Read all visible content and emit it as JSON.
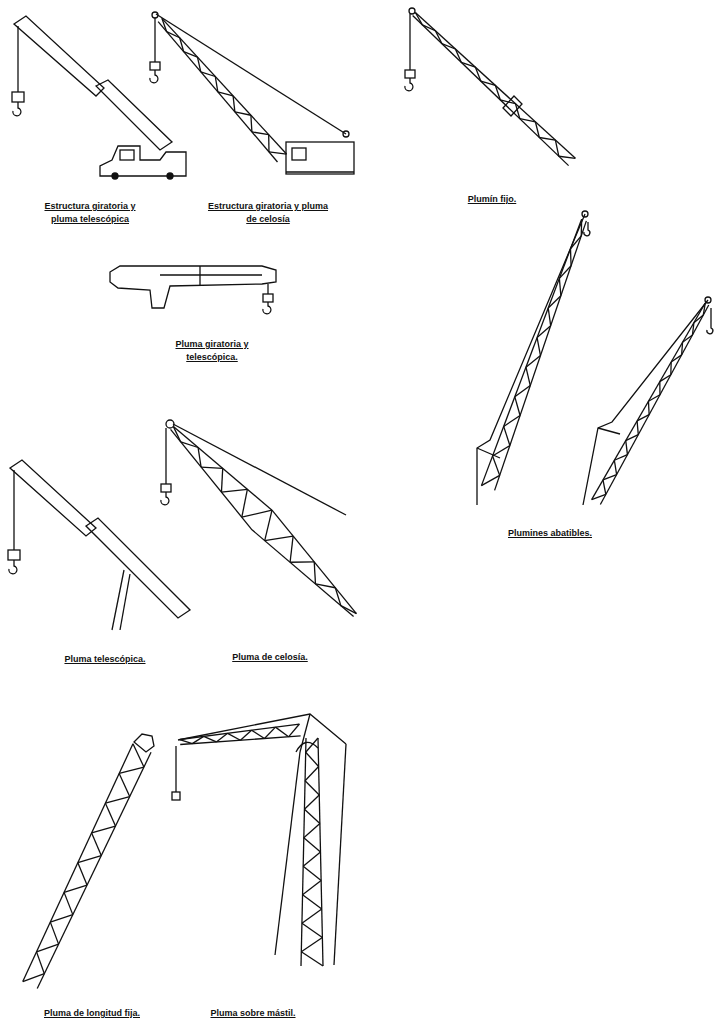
{
  "diagram": {
    "labels": [
      "Estructura giratoria y pluma telescópica",
      "Estructura giratoria y pluma de celosía",
      "Plumín fijo.",
      "Pluma giratoria y telescópica.",
      "Plumines abatibles.",
      "Pluma telescópica.",
      "Pluma de celosía.",
      "Pluma de longitud fija.",
      "Pluma sobre mástil."
    ]
  }
}
